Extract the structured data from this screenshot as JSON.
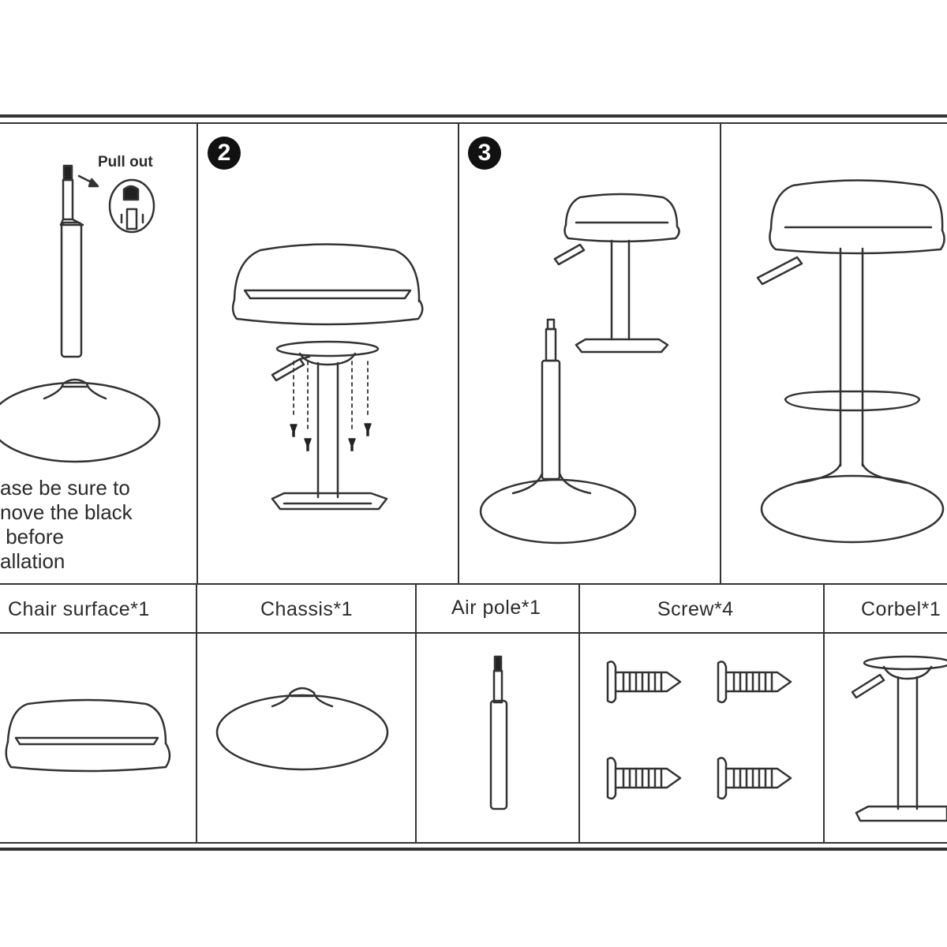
{
  "steps": {
    "step1_note_lines": [
      "ase be sure to",
      "nove the black",
      " before",
      "allation"
    ],
    "step1_callout": "Pull out",
    "step2_number": "2",
    "step3_number": "3"
  },
  "parts": [
    {
      "label": "Chair surface*1"
    },
    {
      "label": "Chassis*1"
    },
    {
      "label": "Air pole*1"
    },
    {
      "label": "Screw*4"
    },
    {
      "label": "Corbel*1"
    }
  ]
}
